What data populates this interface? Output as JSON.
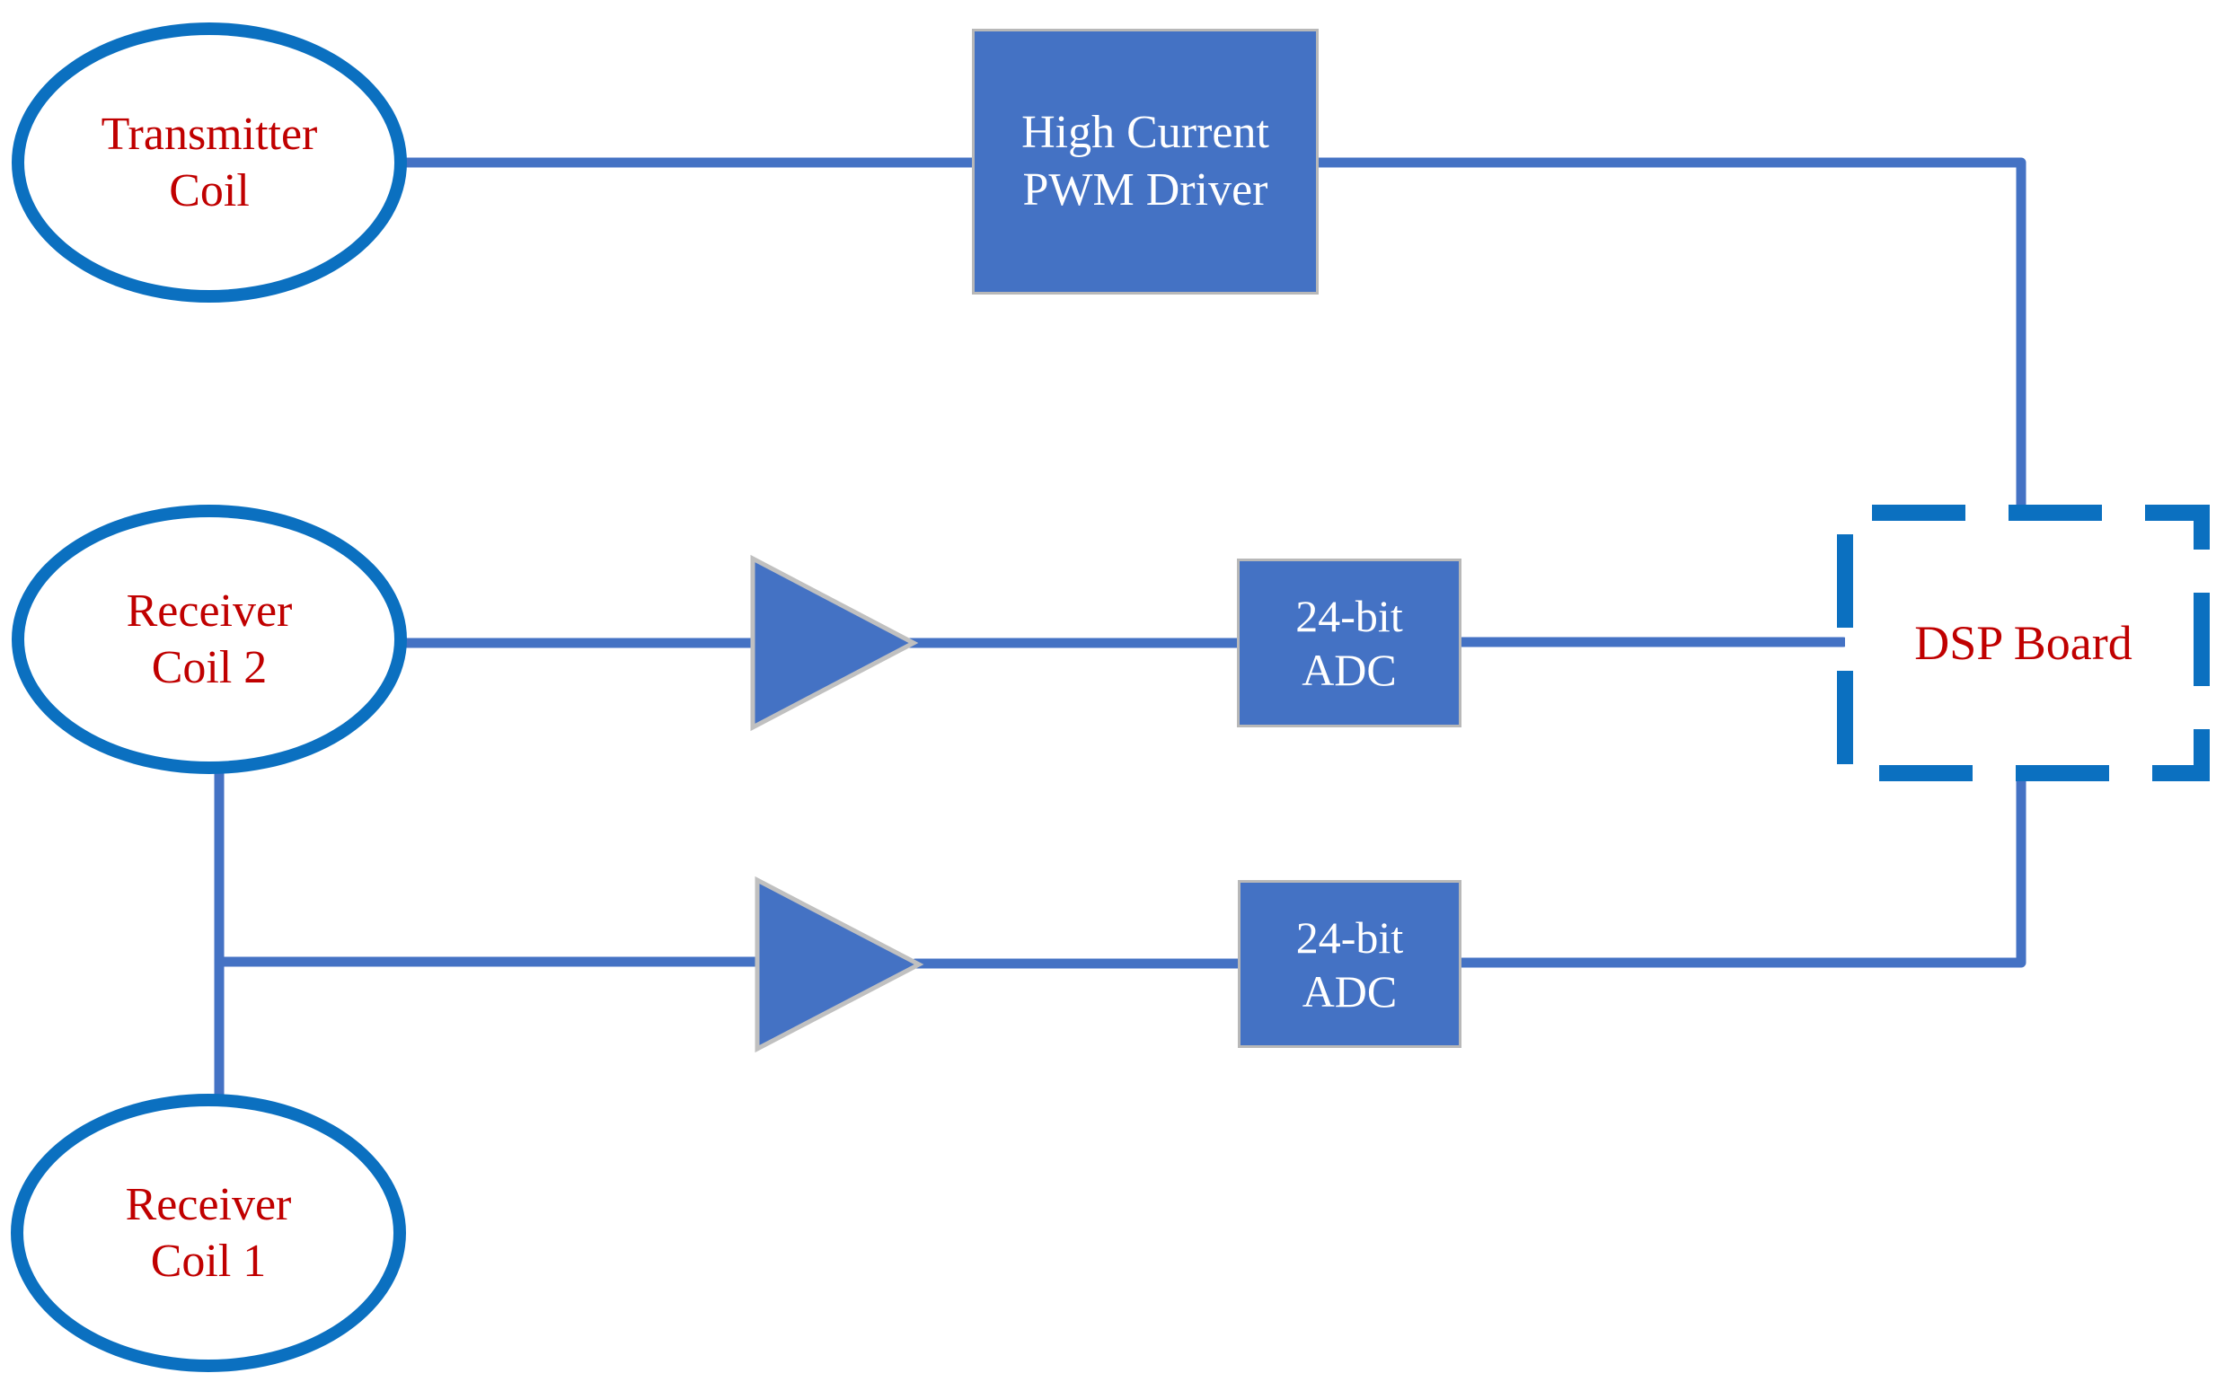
{
  "diagram": {
    "type": "block-diagram",
    "description": "Metal detector / coil sensing signal chain block diagram",
    "colors": {
      "coil_outline": "#0b70c0",
      "connector": "#4472c4",
      "block_fill": "#4472c4",
      "block_border": "#b8b8b8",
      "block_text": "#ffffff",
      "coil_text": "#c00000",
      "dsp_text": "#c00000",
      "dsp_dashed_outline": "#0b70c0",
      "background": "#ffffff"
    },
    "nodes": {
      "transmitter_coil": {
        "line1": "Transmitter",
        "line2": "Coil"
      },
      "pwm_driver": {
        "line1": "High Current",
        "line2": "PWM Driver"
      },
      "receiver_coil_2": {
        "line1": "Receiver",
        "line2": "Coil 2"
      },
      "amplifier_top": {
        "icon": "amplifier-triangle"
      },
      "adc_top": {
        "line1": "24-bit",
        "line2": "ADC"
      },
      "dsp_board": {
        "label": "DSP Board"
      },
      "receiver_coil_1": {
        "line1": "Receiver",
        "line2": "Coil 1"
      },
      "amplifier_bottom": {
        "icon": "amplifier-triangle"
      },
      "adc_bottom": {
        "line1": "24-bit",
        "line2": "ADC"
      }
    },
    "connections": [
      "transmitter_coil - pwm_driver",
      "pwm_driver - dsp_board",
      "receiver_coil_2 - amplifier_top",
      "amplifier_top - adc_top",
      "adc_top - dsp_board",
      "receiver_coil_2 - receiver_coil_1",
      "receiver_coil_1 - amplifier_bottom",
      "amplifier_bottom - adc_bottom",
      "adc_bottom - dsp_board"
    ]
  }
}
